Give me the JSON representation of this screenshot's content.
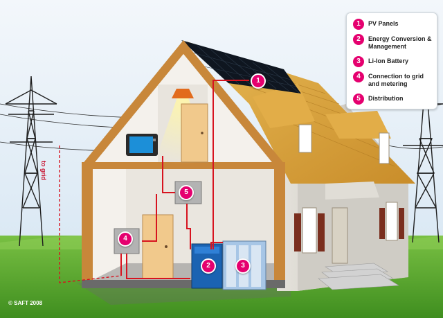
{
  "legend": {
    "items": [
      {
        "number": "1",
        "label": "PV Panels"
      },
      {
        "number": "2",
        "label": "Energy Conversion & Management"
      },
      {
        "number": "3",
        "label": "Li-Ion Battery"
      },
      {
        "number": "4",
        "label": "Connection to grid and metering"
      },
      {
        "number": "5",
        "label": "Distribution"
      }
    ]
  },
  "markers": [
    "1",
    "2",
    "3",
    "4",
    "5"
  ],
  "grid_label": "to grid",
  "copyright": "© SAFT 2008",
  "colors": {
    "marker": "#e5006f",
    "wire": "#d7131f",
    "sky": "#dbe9f5",
    "grass": "#5fae2e",
    "roof": "#d9a33a"
  }
}
